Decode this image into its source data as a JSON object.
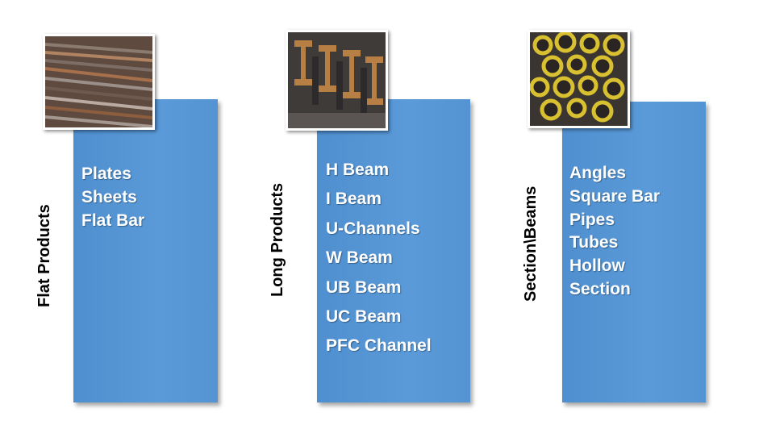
{
  "columns": [
    {
      "category": "Flat Products",
      "items": [
        "Plates",
        "Sheets",
        "Flat Bar"
      ],
      "image": "steel-plates-image"
    },
    {
      "category": "Long Products",
      "items": [
        "H Beam",
        "I Beam",
        "U-Channels",
        "W Beam",
        "UB Beam",
        "UC Beam",
        "PFC Channel"
      ],
      "image": "steel-beams-image"
    },
    {
      "category": "Section\\Beams",
      "items": [
        "Angles",
        "Square Bar",
        "Pipes",
        "Tubes",
        "Hollow",
        "Section"
      ],
      "image": "steel-pipes-image"
    }
  ],
  "colors": {
    "card": "#5b9bd5",
    "text": "#ffffff",
    "label": "#000000"
  }
}
